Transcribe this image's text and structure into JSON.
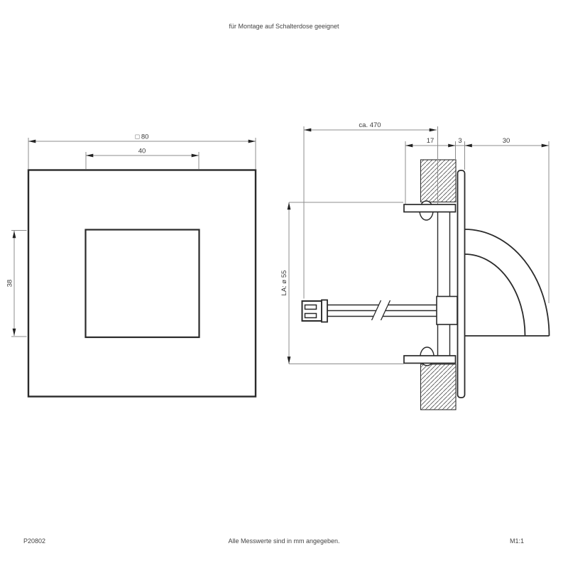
{
  "header": {
    "title": "für Montage auf Schalterdose geeignet"
  },
  "front_view": {
    "outer_width_label": "□ 80",
    "aperture_width_label": "40",
    "aperture_height_label": "38"
  },
  "side_view": {
    "cable_length_label": "ca. 470",
    "recess_depth_label": "17",
    "plate_thickness_label": "3",
    "shade_depth_label": "30",
    "cutout_label": "LA: ø 55"
  },
  "footer": {
    "article_number": "P20802",
    "units_note": "Alle Messwerte sind in mm angegeben.",
    "scale": "M1:1"
  },
  "colors": {
    "background": "#ffffff",
    "line": "#2a2a2a",
    "dimension_line": "#8c8c8c",
    "text": "#3a3a3a",
    "hatch": "#555555"
  }
}
